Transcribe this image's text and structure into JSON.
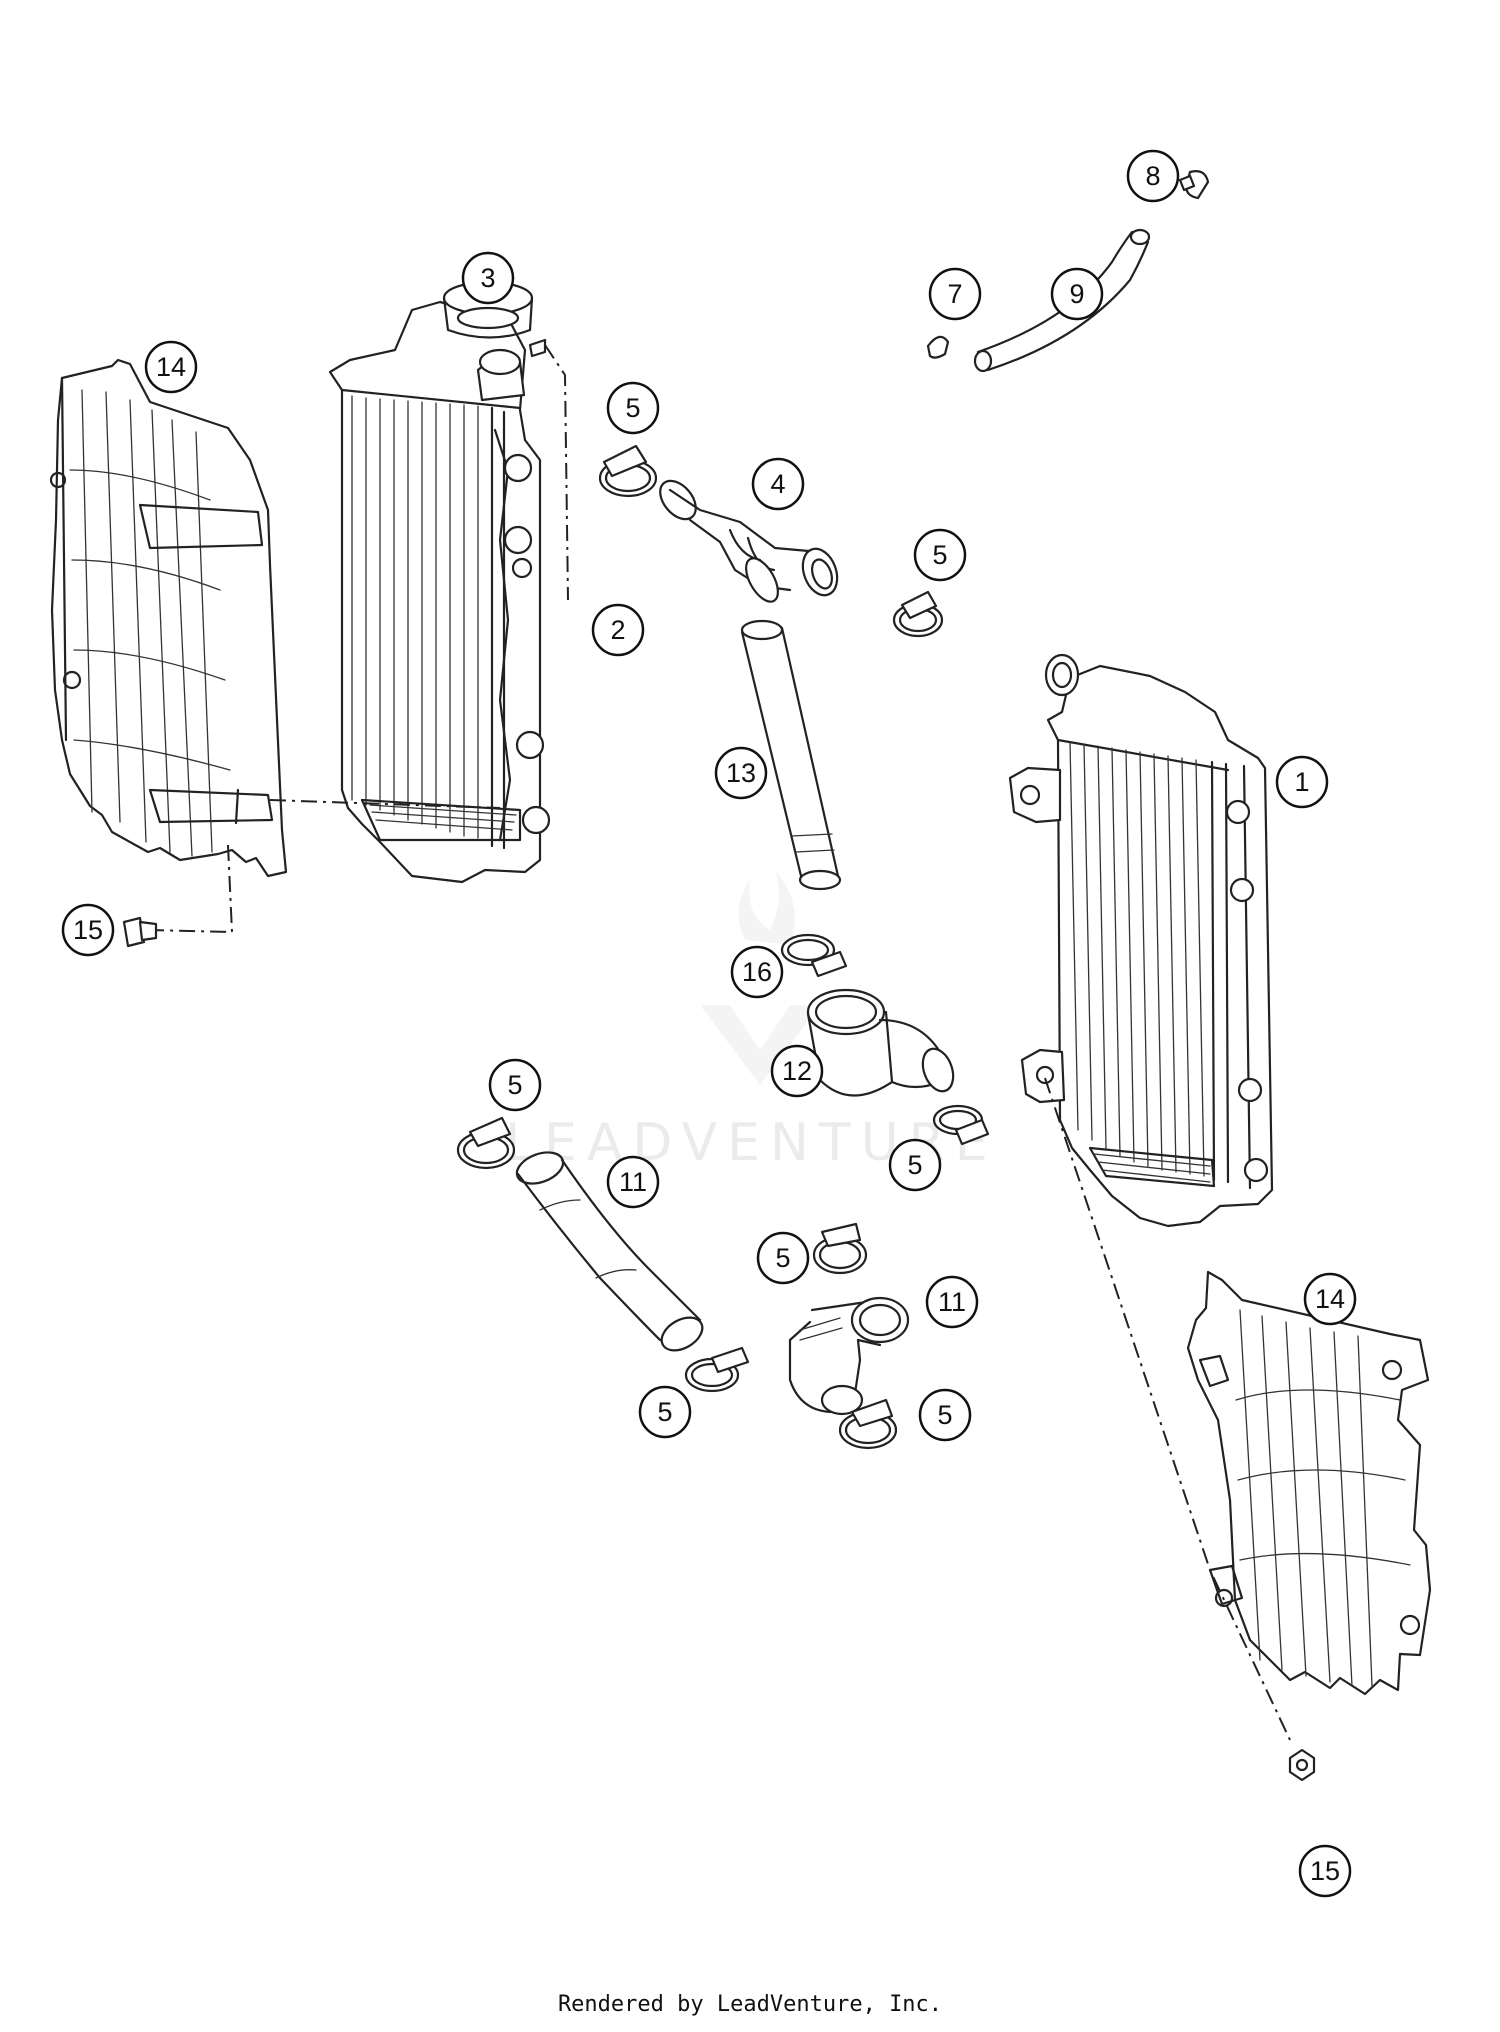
{
  "callouts": [
    {
      "id": "c1",
      "label": "1"
    },
    {
      "id": "c2",
      "label": "2"
    },
    {
      "id": "c3",
      "label": "3"
    },
    {
      "id": "c4",
      "label": "4"
    },
    {
      "id": "c5a",
      "label": "5"
    },
    {
      "id": "c5b",
      "label": "5"
    },
    {
      "id": "c5c",
      "label": "5"
    },
    {
      "id": "c5d",
      "label": "5"
    },
    {
      "id": "c5e",
      "label": "5"
    },
    {
      "id": "c5f",
      "label": "5"
    },
    {
      "id": "c5g",
      "label": "5"
    },
    {
      "id": "c7",
      "label": "7"
    },
    {
      "id": "c8",
      "label": "8"
    },
    {
      "id": "c9",
      "label": "9"
    },
    {
      "id": "c11a",
      "label": "11"
    },
    {
      "id": "c11b",
      "label": "11"
    },
    {
      "id": "c12",
      "label": "12"
    },
    {
      "id": "c13",
      "label": "13"
    },
    {
      "id": "c14a",
      "label": "14"
    },
    {
      "id": "c14b",
      "label": "14"
    },
    {
      "id": "c15a",
      "label": "15"
    },
    {
      "id": "c15b",
      "label": "15"
    },
    {
      "id": "c16",
      "label": "16"
    }
  ],
  "watermark": "LEADVENTURE",
  "footer": "Rendered by LeadVenture, Inc."
}
